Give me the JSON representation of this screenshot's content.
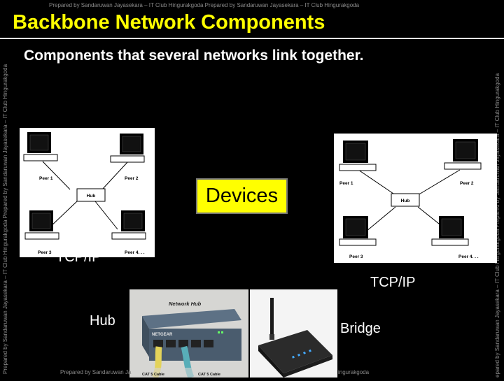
{
  "watermark": {
    "top": "Prepared by Sandaruwan Jayasekara – IT Club Hingurakgoda Prepared by Sandaruwan Jayasekara – IT Club Hingurakgoda",
    "bottom": "Prepared by Sandaruwan Ja",
    "bottom_right": "ingurakgoda",
    "left": "Prepared by Sandaruwan Jayasekara – IT Club Hingurakgoda Prepared by Sandaruwan Jayasekara – IT Club Hingurakgoda",
    "right": "epared by Sandaruwan Jayasekara – IT Club Hingurakgoda Prepared by Sandaruwan Jayasekara – IT Club Hingurakgoda"
  },
  "slide": {
    "title": "Backbone Network Components",
    "subtitle": "Components that several networks link together.",
    "devices_box": "Devices",
    "tcpip_left": "TCP/IP",
    "tcpip_right": "TCP/IP",
    "hub_label": "Hub",
    "bridge_label": "Bridge"
  },
  "diagrams": {
    "peer1": "Peer 1",
    "peer2": "Peer 2",
    "peer3": "Peer 3",
    "peer4": "Peer 4. . .",
    "hub": "Hub"
  },
  "hub_photo": {
    "header": "Network Hub",
    "brand": "NETGEAR",
    "cable_left": "CAT 5 Cable",
    "cable_right": "CAT 5 Cable"
  }
}
